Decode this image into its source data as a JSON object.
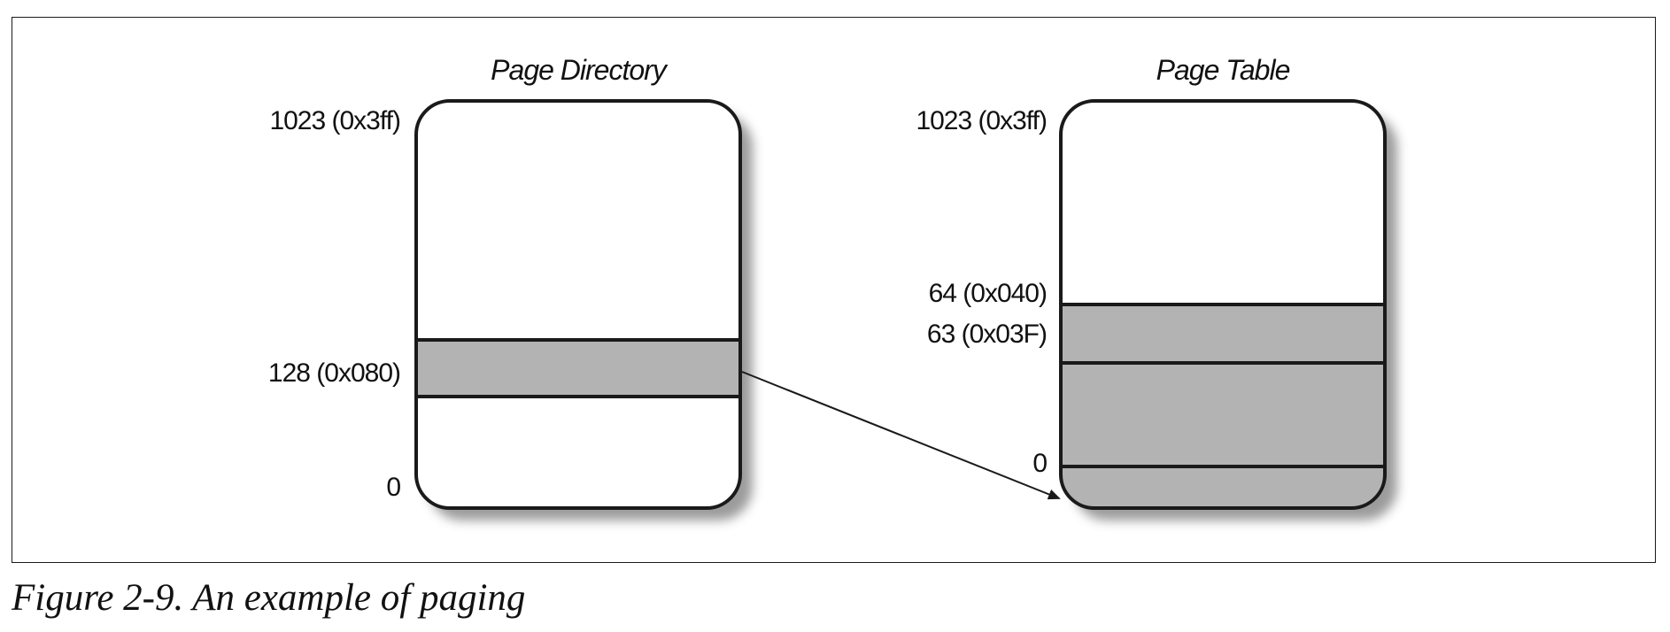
{
  "diagram": {
    "page_directory": {
      "title": "Page Directory",
      "labels": {
        "top": "1023 (0x3ff)",
        "entry": "128 (0x080)",
        "bottom": "0"
      }
    },
    "page_table": {
      "title": "Page Table",
      "labels": {
        "top": "1023 (0x3ff)",
        "upper": "64 (0x040)",
        "lower": "63 (0x03F)",
        "bottom": "0"
      }
    },
    "colors": {
      "fill_white": "#ffffff",
      "fill_gray": "#b3b3b3",
      "stroke": "#1a1a1a",
      "shadow": "#8a8a8a"
    }
  },
  "caption": "Figure 2-9. An example of paging"
}
